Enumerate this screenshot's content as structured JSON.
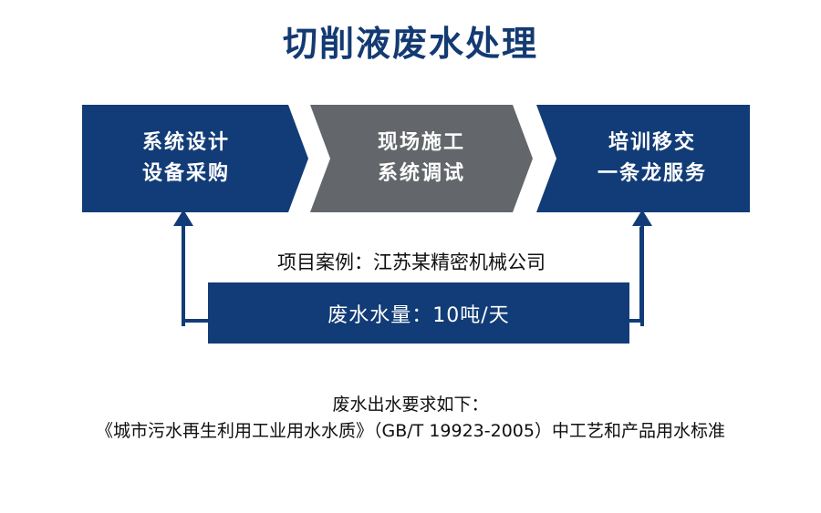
{
  "title": "切削液废水处理",
  "colors": {
    "brand_navy": "#123c77",
    "step_gray": "#63666a",
    "title_navy": "#133a72",
    "text_black": "#0f0f0f",
    "background": "#ffffff"
  },
  "process": {
    "steps": [
      {
        "id": "step-1",
        "line1": "系统设计",
        "line2": "设备采购",
        "color": "#123c77"
      },
      {
        "id": "step-2",
        "line1": "现场施工",
        "line2": "系统调试",
        "color": "#63666a"
      },
      {
        "id": "step-3",
        "line1": "培训移交",
        "line2": "一条龙服务",
        "color": "#123c77"
      }
    ]
  },
  "case": {
    "title": "项目案例：江苏某精密机械公司",
    "volume": "废水水量：10吨/天"
  },
  "footer": {
    "line1": "废水出水要求如下：",
    "line2": "《城市污水再生利用工业用水水质》（GB/T 19923-2005）中工艺和产品用水标准"
  },
  "icons": {
    "arrow_up_left": "arrow-up-icon",
    "arrow_up_right": "arrow-up-icon",
    "chevron_right": "chevron-right-icon"
  }
}
